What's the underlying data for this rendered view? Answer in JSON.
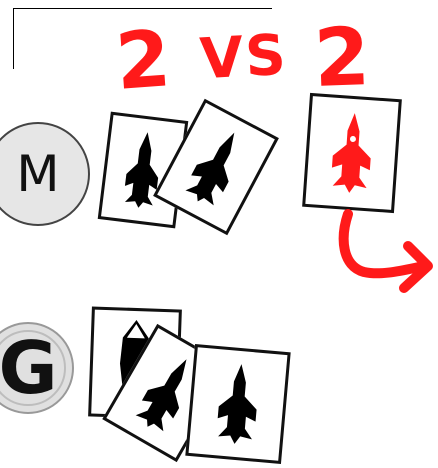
{
  "heading": {
    "left_count": "2",
    "versus": "VS",
    "right_count": "2"
  },
  "players": [
    {
      "letter": "M"
    },
    {
      "letter": "G"
    }
  ],
  "colors": {
    "accent_red": "#ff1a1a",
    "ink": "#111111",
    "badge_fill": "#e6e6e6"
  },
  "icons": {
    "ship": "spaceship-silhouette-icon",
    "arrow": "turn-arrow-icon"
  }
}
